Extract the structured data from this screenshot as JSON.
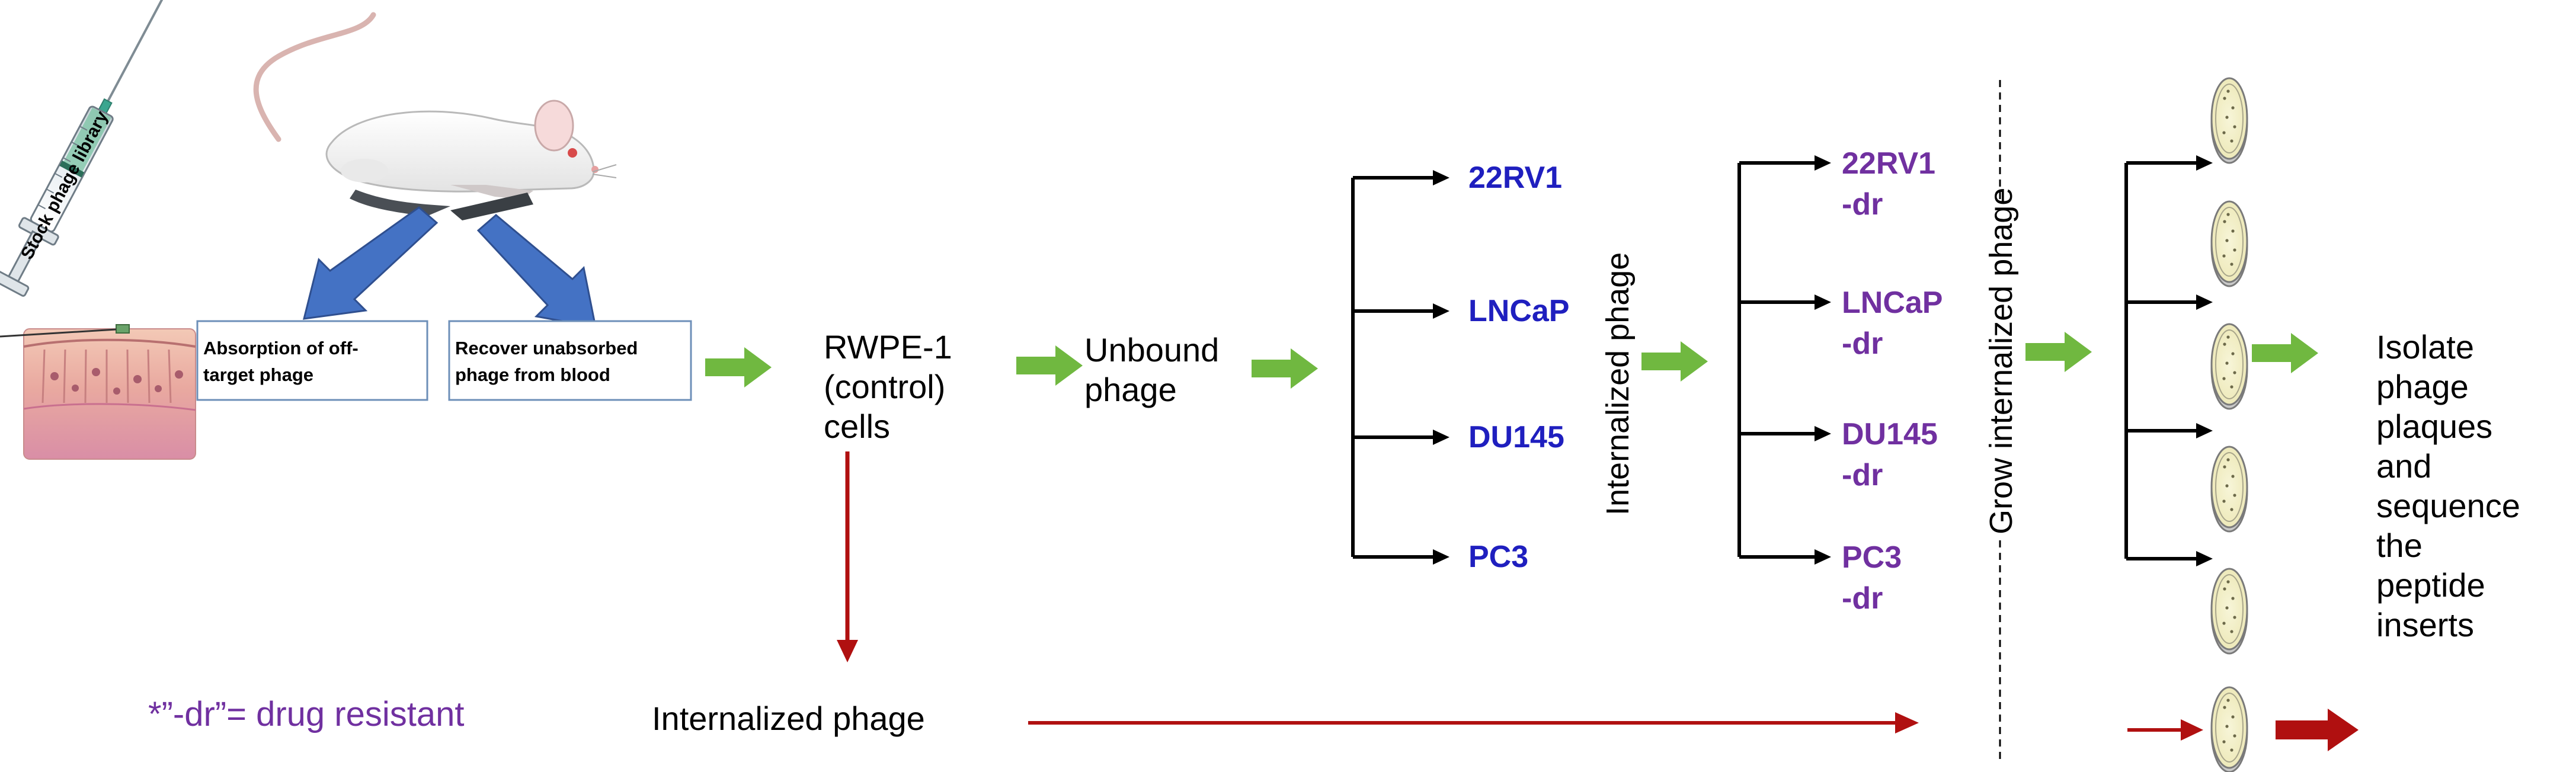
{
  "colors": {
    "cell_blue": "#1f1fbf",
    "cell_purple": "#7030a0",
    "note_purple": "#7030a0",
    "green_arrow": "#70b840",
    "red_arrow": "#b01010",
    "blue_arrow": "#4472c4",
    "blue_arrow_edge": "#2f4f8f",
    "box_border": "#6d8fb8",
    "plate_fill": "#f2f0c8"
  },
  "icons": {
    "mouse": "mouse-illustration",
    "syringe": "syringe-illustration",
    "tissue": "tissue-section-illustration",
    "plate": "petri-dish-icon"
  },
  "syringe": {
    "label": "Stock phage library"
  },
  "boxes": {
    "absorption": [
      "Absorption of off-",
      "target phage"
    ],
    "recover": [
      "Recover unabsorbed",
      "phage from blood"
    ]
  },
  "control": {
    "lines": [
      "RWPE-1",
      "(control)",
      "cells"
    ]
  },
  "unbound": {
    "lines": [
      "Unbound",
      "phage"
    ]
  },
  "cell_lines": [
    "22RV1",
    "LNCaP",
    "DU145",
    "PC3"
  ],
  "vertical_labels": {
    "internalized": "Internalized phage",
    "grow": "Grow internalized phage"
  },
  "resistant_lines": [
    [
      "22RV1",
      "-dr"
    ],
    [
      "LNCaP",
      "-dr"
    ],
    [
      "DU145",
      "-dr"
    ],
    [
      "PC3",
      "-dr"
    ]
  ],
  "final": {
    "lines": [
      "Isolate",
      "phage",
      "plaques",
      "and",
      "sequence",
      "the",
      "peptide",
      "inserts"
    ]
  },
  "bottom": {
    "note": "*”-dr”= drug resistant",
    "internalized": "Internalized phage"
  }
}
